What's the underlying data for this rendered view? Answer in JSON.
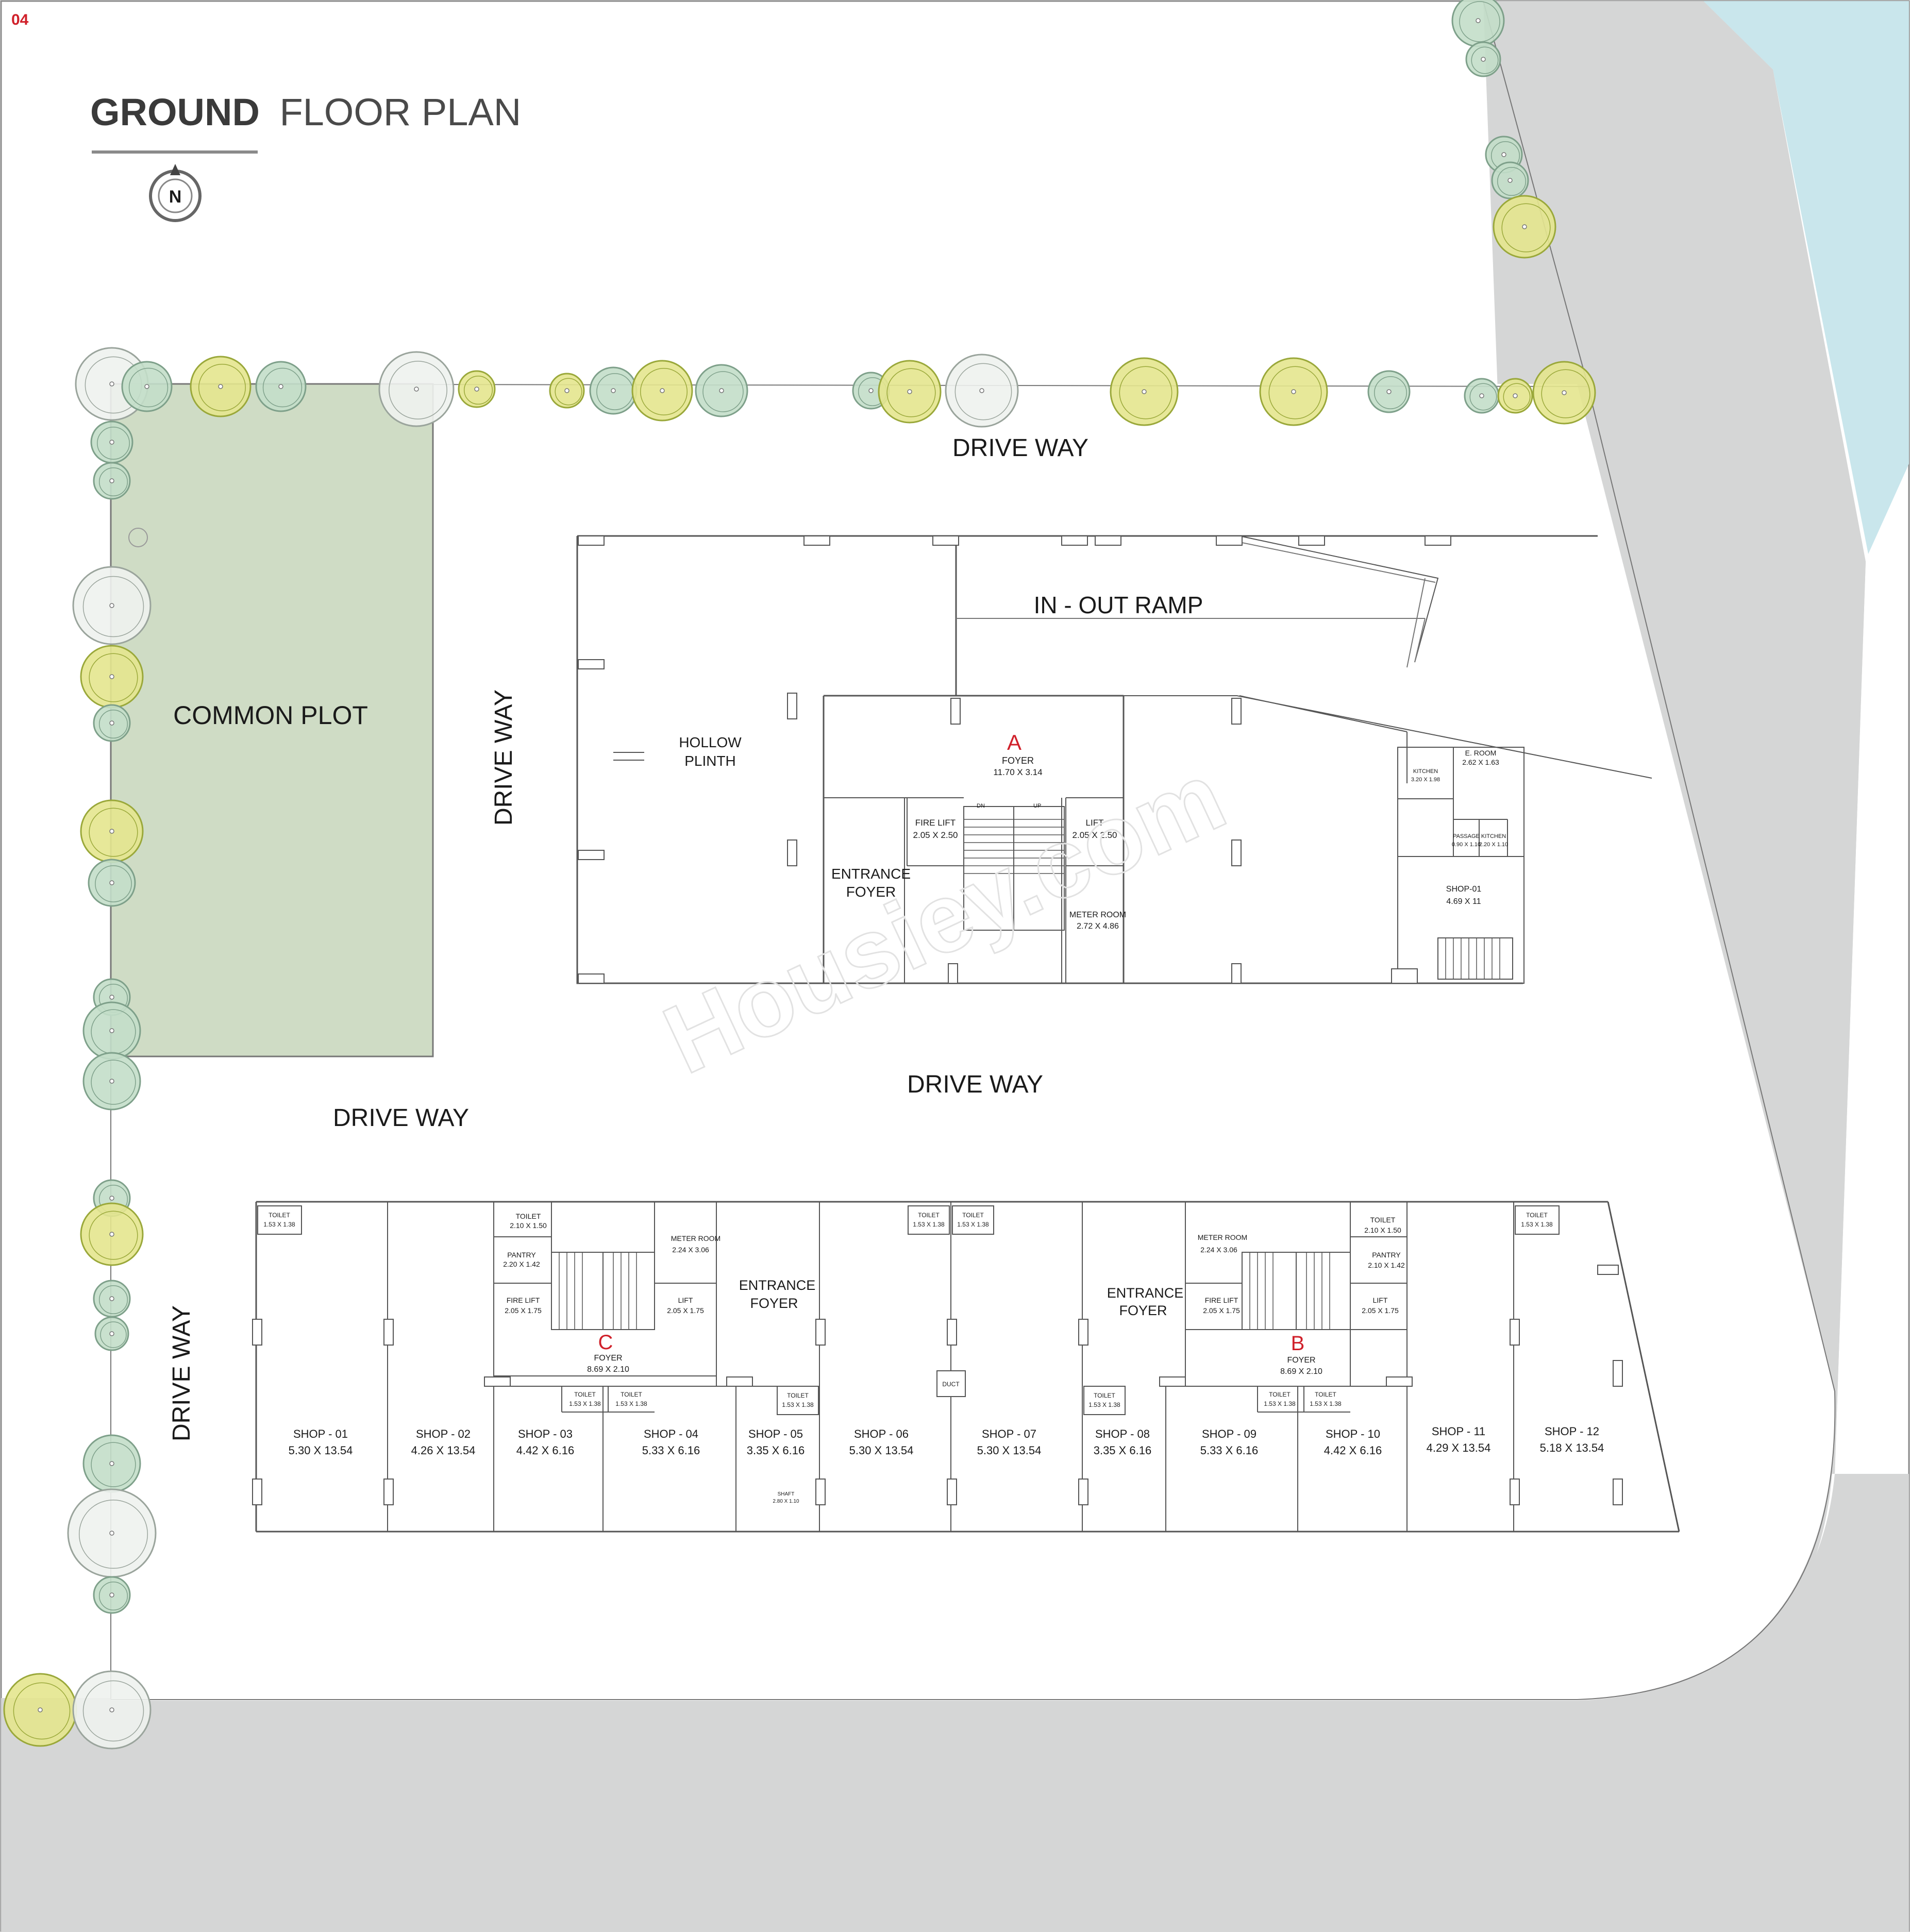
{
  "page_number": "04",
  "title": {
    "bold": "GROUND",
    "rest": "FLOOR PLAN"
  },
  "compass": "N",
  "colors": {
    "road": "#d5d6d6",
    "water": "#c9e6ec",
    "common_plot": "#cfdcc5",
    "red_text": "#d0202a",
    "tree_yellow": "#e4e58e",
    "tree_green": "#c3dec9",
    "tree_white": "#eef2ee"
  },
  "areas": {
    "common_plot": "COMMON PLOT",
    "drive_top": "DRIVE WAY",
    "drive_left_vertical": "DRIVE WAY",
    "drive_center": "DRIVE WAY",
    "drive_lower_left": "DRIVE WAY",
    "drive_far_left_vertical": "DRIVE WAY",
    "ramp": "IN - OUT RAMP"
  },
  "tower_a": {
    "hollow_plinth": [
      "HOLLOW",
      "PLINTH"
    ],
    "letter": "A",
    "foyer": {
      "label": "FOYER",
      "size": "11.70 X 3.14"
    },
    "fire_lift": {
      "label": "FIRE LIFT",
      "size": "2.05 X 2.50"
    },
    "lift": {
      "label": "LIFT",
      "size": "2.05 X 2.50"
    },
    "entrance_foyer": [
      "ENTRANCE",
      "FOYER"
    ],
    "meter_room": {
      "label": "METER ROOM",
      "size": "2.72 X 4.86"
    },
    "shop": {
      "label": "SHOP-01",
      "size": "4.69 X 11"
    },
    "elec": {
      "label": "E. ROOM",
      "size": "2.62 X 1.63"
    },
    "small_a": {
      "label": "KITCHEN",
      "size": "3.20 X 1.98"
    },
    "small_b": {
      "label": "PASSAGE",
      "size": "0.90 X 1.10"
    },
    "small_c": {
      "label": "KITCHEN",
      "size": "2.20 X 1.10"
    },
    "dn": "DN",
    "up": "UP"
  },
  "core_c": {
    "letter": "C",
    "foyer": {
      "label": "FOYER",
      "size": "8.69 X 2.10"
    },
    "toilet": {
      "label": "TOILET",
      "size": "2.10 X 1.50"
    },
    "pantry": {
      "label": "PANTRY",
      "size": "2.20 X 1.42"
    },
    "fire_lift": {
      "label": "FIRE LIFT",
      "size": "2.05 X 1.75"
    },
    "lift": {
      "label": "LIFT",
      "size": "2.05 X 1.75"
    },
    "meter_room": {
      "label": "METER ROOM",
      "size": "2.24 X 3.06"
    },
    "entrance_foyer": [
      "ENTRANCE",
      "FOYER"
    ],
    "toilet_l": {
      "label": "TOILET",
      "size": "1.53 X 1.38"
    },
    "toilet_r": {
      "label": "TOILET",
      "size": "1.53 X 1.38"
    }
  },
  "core_b": {
    "letter": "B",
    "foyer": {
      "label": "FOYER",
      "size": "8.69 X 2.10"
    },
    "toilet": {
      "label": "TOILET",
      "size": "2.10 X 1.50"
    },
    "pantry": {
      "label": "PANTRY",
      "size": "2.10 X 1.42"
    },
    "fire_lift": {
      "label": "FIRE LIFT",
      "size": "2.05 X 1.75"
    },
    "lift": {
      "label": "LIFT",
      "size": "2.05 X 1.75"
    },
    "meter_room": {
      "label": "METER ROOM",
      "size": "2.24 X 3.06"
    },
    "entrance_foyer": [
      "ENTRANCE",
      "FOYER"
    ],
    "toilet_l": {
      "label": "TOILET",
      "size": "1.53 X 1.38"
    },
    "toilet_r": {
      "label": "TOILET",
      "size": "1.53 X 1.38"
    }
  },
  "shop_toilets": [
    {
      "label": "TOILET",
      "size": "1.53 X 1.38"
    },
    {
      "label": "TOILET",
      "size": "1.53 X 1.38"
    },
    {
      "label": "TOILET",
      "size": "1.53 X 1.38"
    },
    {
      "label": "TOILET",
      "size": "1.53 X 1.38"
    },
    {
      "label": "TOILET",
      "size": "1.53 X 1.38"
    },
    {
      "label": "TOILET",
      "size": "1.53 X 1.38"
    }
  ],
  "duct": "DUCT",
  "shop05_extra": {
    "label": "SHAFT",
    "size": "2.80 X 1.10"
  },
  "shops": [
    {
      "label": "SHOP - 01",
      "size": "5.30 X 13.54"
    },
    {
      "label": "SHOP - 02",
      "size": "4.26 X 13.54"
    },
    {
      "label": "SHOP - 03",
      "size": "4.42 X 6.16"
    },
    {
      "label": "SHOP - 04",
      "size": "5.33 X 6.16"
    },
    {
      "label": "SHOP - 05",
      "size": "3.35 X 6.16"
    },
    {
      "label": "SHOP - 06",
      "size": "5.30 X 13.54"
    },
    {
      "label": "SHOP - 07",
      "size": "5.30 X 13.54"
    },
    {
      "label": "SHOP - 08",
      "size": "3.35 X 6.16"
    },
    {
      "label": "SHOP - 09",
      "size": "5.33 X 6.16"
    },
    {
      "label": "SHOP - 10",
      "size": "4.42 X 6.16"
    },
    {
      "label": "SHOP - 11",
      "size": "4.29 X 13.54"
    },
    {
      "label": "SHOP - 12",
      "size": "5.18 X 13.54"
    }
  ],
  "watermark": "Housiey.com"
}
